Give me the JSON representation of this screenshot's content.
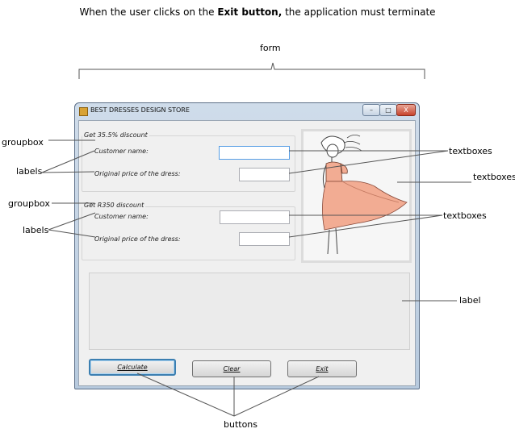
{
  "instruction": {
    "prefix": "When the user clicks on the ",
    "bold": "Exit button,",
    "suffix": " the application must terminate"
  },
  "annotations": {
    "form": "form",
    "groupbox1": "groupbox",
    "labels1": "labels",
    "groupbox2": "groupbox",
    "labels2": "labels",
    "textboxes1": "textboxes",
    "textboxes_picture": "textboxes",
    "textboxes2": "textboxes",
    "label": "label",
    "buttons": "buttons"
  },
  "window": {
    "title": "BEST DRESSES DESIGN STORE",
    "controls": {
      "minimize": "–",
      "maximize": "□",
      "close": "X"
    }
  },
  "group1": {
    "title": "Get 35.5% discount",
    "customer_label": "Customer name:",
    "price_label": "Original price of the dress:",
    "customer_value": "",
    "price_value": ""
  },
  "group2": {
    "title": "Get R350 discount",
    "customer_label": "Customer name:",
    "price_label": "Original price of the dress:",
    "customer_value": "",
    "price_value": ""
  },
  "output_label": "",
  "buttons": {
    "calculate": "Calculate",
    "clear": "Clear",
    "exit": "Exit"
  },
  "colors": {
    "dress": "#f2ac93",
    "accent_focus": "#569de5"
  }
}
